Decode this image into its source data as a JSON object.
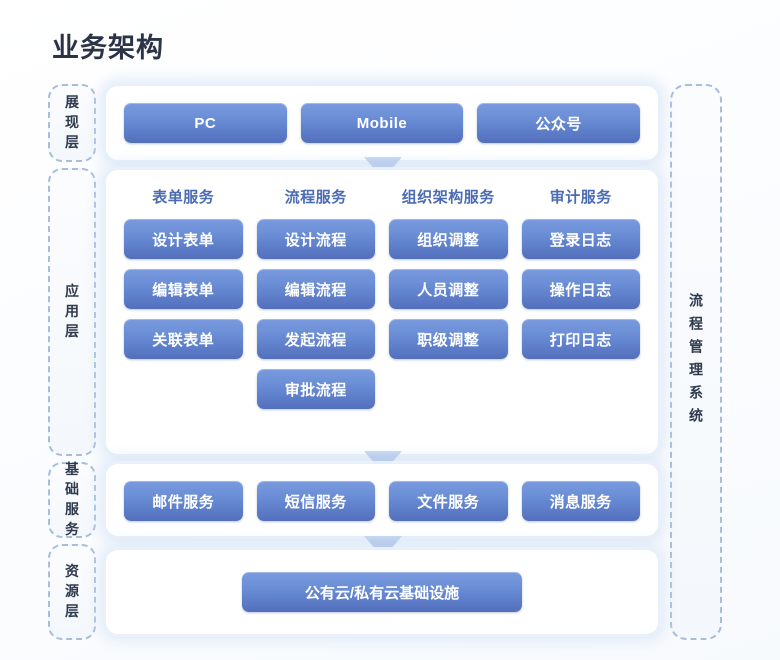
{
  "page_title": "业务架构",
  "side_band": {
    "label": "流程管理系统"
  },
  "layers": {
    "presentation": {
      "label": "展现层"
    },
    "application": {
      "label": "应用层"
    },
    "basic": {
      "label": "基础服务"
    },
    "resource": {
      "label": "资源层"
    }
  },
  "presentation_row": {
    "items": [
      {
        "label": "PC"
      },
      {
        "label": "Mobile"
      },
      {
        "label": "公众号"
      }
    ]
  },
  "application_layer": {
    "columns": [
      {
        "header": "表单服务",
        "items": [
          "设计表单",
          "编辑表单",
          "关联表单",
          ""
        ]
      },
      {
        "header": "流程服务",
        "items": [
          "设计流程",
          "编辑流程",
          "发起流程",
          "审批流程"
        ]
      },
      {
        "header": "组织架构服务",
        "items": [
          "组织调整",
          "人员调整",
          "职级调整",
          ""
        ]
      },
      {
        "header": "审计服务",
        "items": [
          "登录日志",
          "操作日志",
          "打印日志",
          ""
        ]
      }
    ]
  },
  "basic_services_row": {
    "items": [
      {
        "label": "邮件服务"
      },
      {
        "label": "短信服务"
      },
      {
        "label": "文件服务"
      },
      {
        "label": "消息服务"
      }
    ]
  },
  "resource_layer": {
    "item": {
      "label": "公有云/私有云基础设施"
    }
  },
  "connectors": [
    {
      "name": "arrow-presentation-to-application"
    },
    {
      "name": "arrow-application-to-basic"
    },
    {
      "name": "arrow-basic-to-resource"
    }
  ],
  "colors": {
    "pill_gradient_top": "#7a9ade",
    "pill_gradient_bottom": "#536fbd",
    "header_blue": "#4b6cb2",
    "dashed_border": "#a9bcda",
    "title_color": "#2b3446",
    "background": "#fbfdff"
  }
}
